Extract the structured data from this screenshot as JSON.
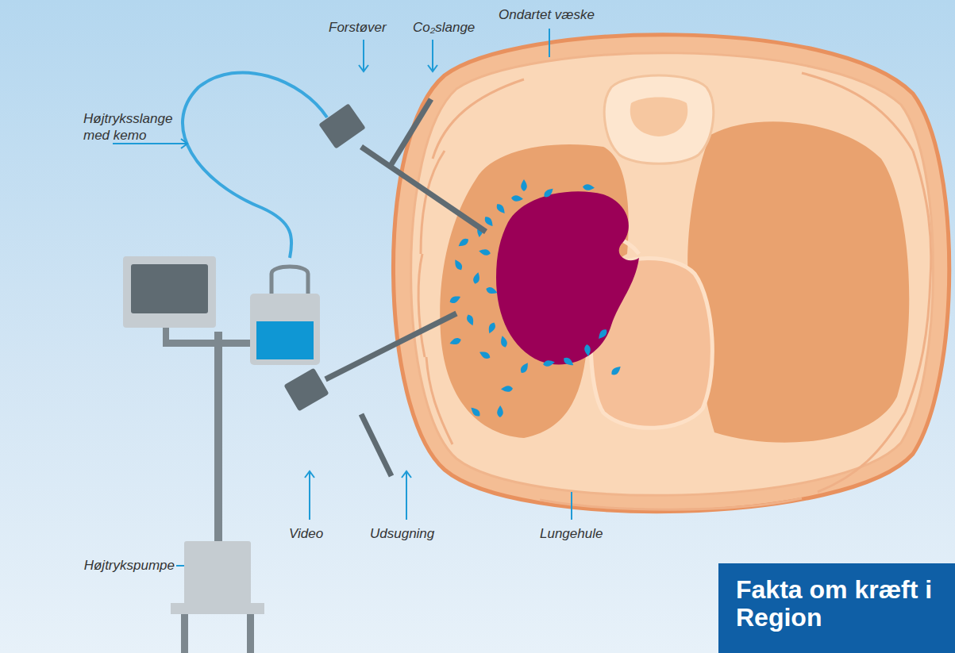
{
  "diagram": {
    "nodes": [
      {
        "text": [
          "Fakta om kræft i Region"
        ]
      }
    ],
    "labels": [
      "Ondartet væske",
      "Forstøver",
      "Co₂slange",
      "Højtryksslange med kemo",
      "Video",
      "Udsugning",
      "Lungehule",
      "Højtrykspumpe"
    ]
  }
}
